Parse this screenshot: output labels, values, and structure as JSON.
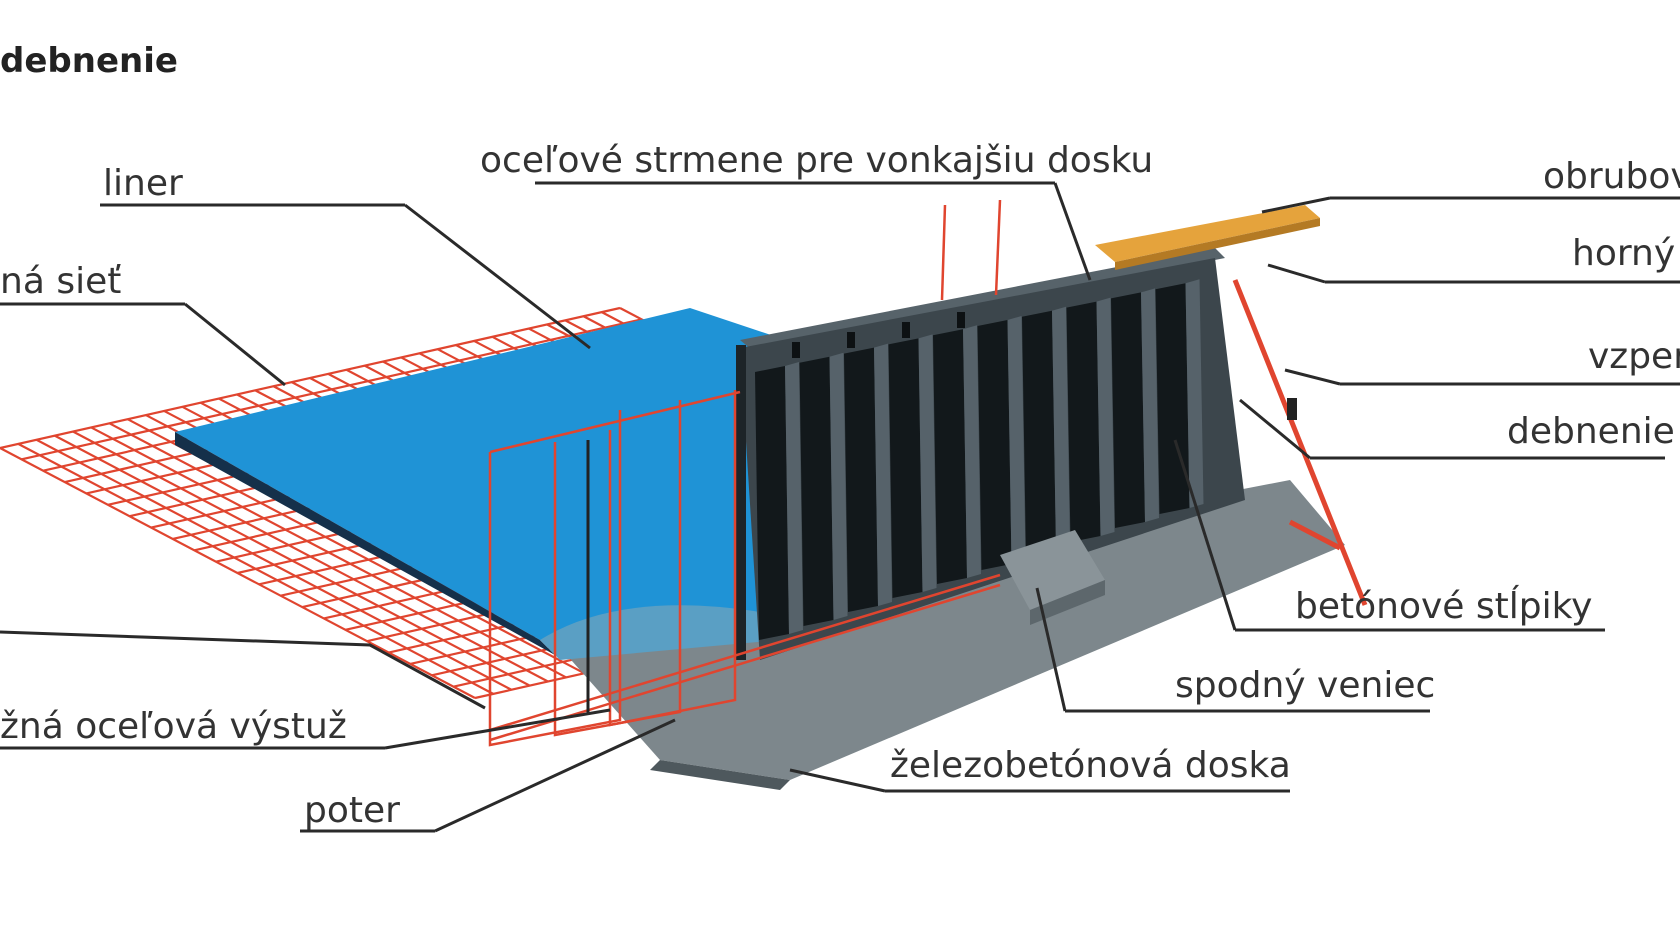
{
  "diagram": {
    "title": "debnenie",
    "labels": {
      "liner": "liner",
      "steel_stirrups": "oceľové strmene pre vonkajšiu dosku",
      "edging": "obrubov",
      "top_rim": "horný",
      "strut": "vzper",
      "formwork": "debnenie",
      "mesh": "ná sieť",
      "concrete_posts": "betónové stĺpiky",
      "bottom_rim": "spodný veniec",
      "longitudinal_rebar": "žná oceľová výstuž",
      "rc_slab": "železobetónová doska",
      "screed": "poter"
    },
    "colors": {
      "liner_blue": "#1f93d6",
      "concrete_grey": "#6f7a80",
      "formwork_dark": "#3c464c",
      "rebar_red": "#e0452f",
      "edging_orange": "#e5a33c"
    }
  }
}
